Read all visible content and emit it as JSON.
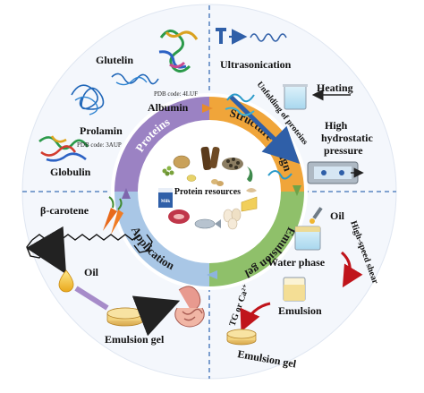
{
  "protein_labels": {
    "glutelin": "Glutelin",
    "prolamin": "Prolamin",
    "albumin": "Albumin",
    "globulin": "Globulin",
    "pdb_4luf": "PDB code: 4LUF",
    "pdb_3aup": "PDB code: 3AUP"
  },
  "ring_labels": {
    "proteins": "Proteins",
    "structure_design": "Structure design",
    "emulsion_gel": "Emulsion gel",
    "application": "Application"
  },
  "center_label": "Protein resources",
  "milk_label": "Milk",
  "structure_labels": {
    "ultrasonication": "Ultrasonication",
    "heating": "Heating",
    "high_pressure_line1": "High",
    "high_pressure_line2": "hydrostatic",
    "high_pressure_line3": "pressure",
    "unfolding": "Unfolding of proteins"
  },
  "emulsion_labels": {
    "oil": "Oil",
    "water_phase": "Water phase",
    "shear": "High-speed shear",
    "emulsion": "Emulsion",
    "tg": "TG or Ca²⁺",
    "emulsion_gel": "Emulsion gel"
  },
  "application_labels": {
    "beta_carotene": "β-carotene",
    "oil": "Oil",
    "emulsion_gel": "Emulsion gel"
  },
  "colors": {
    "proteins_segment": "#9b82c3",
    "structure_segment": "#f0a53a",
    "emulsion_segment": "#8fc06a",
    "application_segment": "#a9c7e6",
    "outer_circle": "#f4f7fc",
    "divider": "#3b6fb6"
  }
}
